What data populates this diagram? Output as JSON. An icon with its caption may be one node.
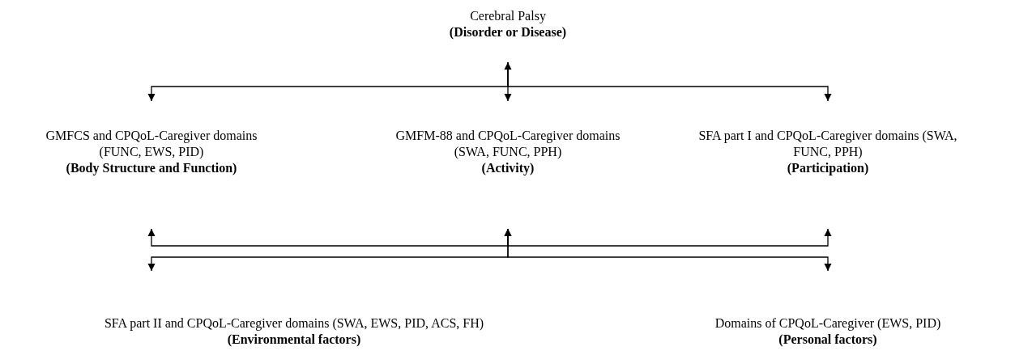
{
  "diagram": {
    "nodes": [
      {
        "text": [
          "Cerebral Palsy",
          "(Disorder or Disease)"
        ]
      },
      {
        "text": [
          "GMFCS and CPQoL-Caregiver domains (FUNC, EWS, PID)",
          "(Body Structure and Function)"
        ]
      },
      {
        "text": [
          "GMFM-88 and CPQoL-Caregiver domains (SWA, FUNC, PPH)",
          "(Activity)"
        ]
      },
      {
        "text": [
          "SFA part I and CPQoL-Caregiver domains (SWA, FUNC, PPH)",
          "(Participation)"
        ]
      },
      {
        "text": [
          "SFA part II and CPQoL-Caregiver domains (SWA, EWS, PID, ACS, FH)",
          "(Environmental factors)"
        ]
      },
      {
        "text": [
          "Domains of CPQoL-Caregiver (EWS, PID)",
          "(Personal factors)"
        ]
      }
    ],
    "edges": [
      {
        "from": 0,
        "to": 2,
        "arrow": "both"
      },
      {
        "from": 0,
        "to": 1,
        "arrow": "to"
      },
      {
        "from": 0,
        "to": 3,
        "arrow": "to"
      },
      {
        "from": 4,
        "to": 2,
        "arrow": "both"
      },
      {
        "from": 5,
        "to": 2,
        "arrow": "both"
      },
      {
        "from": 2,
        "to": 1,
        "arrow": "to"
      },
      {
        "from": 2,
        "to": 3,
        "arrow": "to"
      }
    ]
  }
}
